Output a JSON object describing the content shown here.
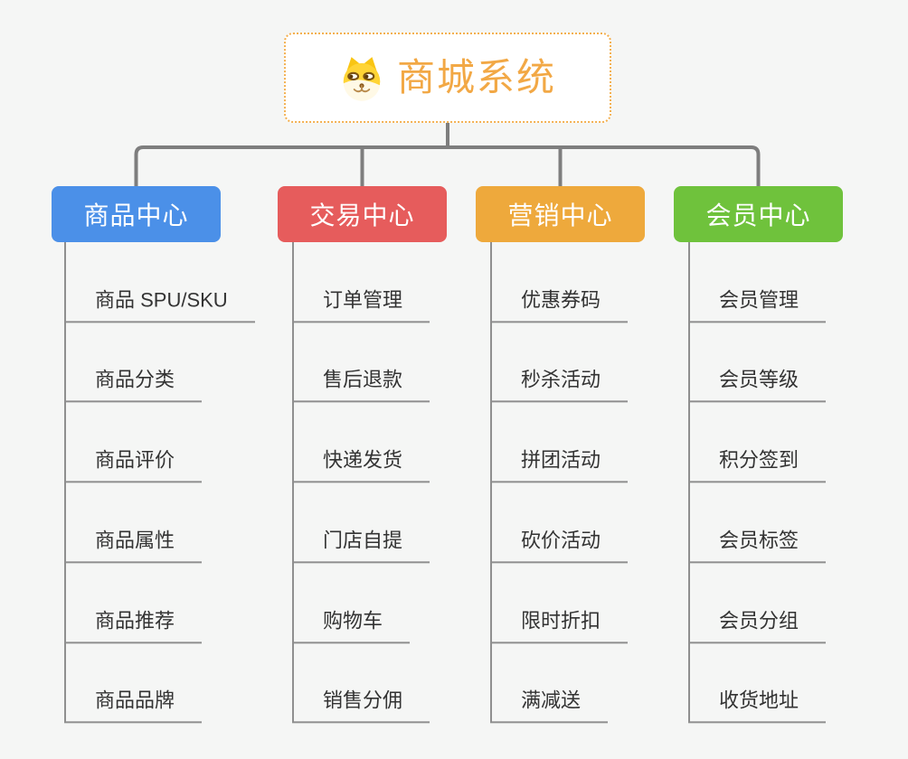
{
  "root": {
    "title": "商城系统",
    "icon": "doge-icon",
    "title_color": "#F2A845",
    "border_color": "#F3B050",
    "background": "#FFFFFF"
  },
  "branches": [
    {
      "label": "商品中心",
      "color": "#4B90E8",
      "items": [
        "商品 SPU/SKU",
        "商品分类",
        "商品评价",
        "商品属性",
        "商品推荐",
        "商品品牌"
      ]
    },
    {
      "label": "交易中心",
      "color": "#E65C5C",
      "items": [
        "订单管理",
        "售后退款",
        "快递发货",
        "门店自提",
        "购物车",
        "销售分佣"
      ]
    },
    {
      "label": "营销中心",
      "color": "#EEA93C",
      "items": [
        "优惠券码",
        "秒杀活动",
        "拼团活动",
        "砍价活动",
        "限时折扣",
        "满减送"
      ]
    },
    {
      "label": "会员中心",
      "color": "#6FC23C",
      "items": [
        "会员管理",
        "会员等级",
        "积分签到",
        "会员标签",
        "会员分组",
        "收货地址"
      ]
    }
  ],
  "style": {
    "canvas_background": "#F5F6F5",
    "connector_color": "#7E7E7E",
    "leaf_line_color": "#8F8F8F",
    "leaf_text_color": "#333333"
  }
}
